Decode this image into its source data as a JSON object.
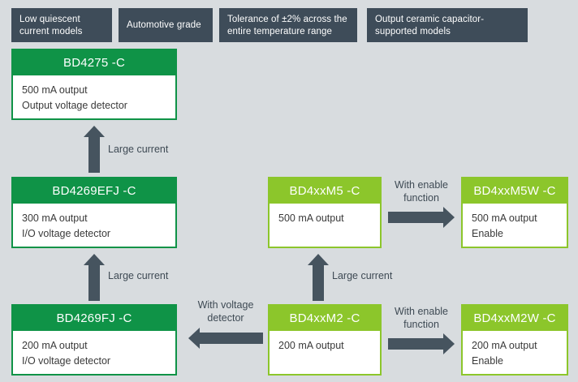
{
  "background_color": "#d8dcdf",
  "colors": {
    "badge_bg": "#3e4c59",
    "dark_green": "#0f9347",
    "light_green": "#8cc62b",
    "arrow": "#46545f",
    "body_text": "#3a3a3a"
  },
  "badges": [
    {
      "id": "low-quiescent-current",
      "text": "Low quiescent current models"
    },
    {
      "id": "automotive-grade",
      "text": "Automotive grade"
    },
    {
      "id": "tolerance",
      "text": "Tolerance of ±2% across the entire temperature range"
    },
    {
      "id": "output-ceramic-cap",
      "text": "Output ceramic capacitor-supported models"
    }
  ],
  "cards": [
    {
      "id": "bd4275-c",
      "title": "BD4275 -C",
      "lines": [
        "500 mA output",
        "Output voltage detector"
      ],
      "variant": "dark"
    },
    {
      "id": "bd4269efj-c",
      "title": "BD4269EFJ -C",
      "lines": [
        "300 mA output",
        "I/O voltage detector"
      ],
      "variant": "dark"
    },
    {
      "id": "bd4269fj-c",
      "title": "BD4269FJ -C",
      "lines": [
        "200 mA output",
        "I/O voltage detector"
      ],
      "variant": "dark"
    },
    {
      "id": "bd4xxm5-c",
      "title": "BD4xxM5 -C",
      "lines": [
        "500 mA output"
      ],
      "variant": "light"
    },
    {
      "id": "bd4xxm5w-c",
      "title": "BD4xxM5W -C",
      "lines": [
        "500 mA output",
        "Enable"
      ],
      "variant": "light"
    },
    {
      "id": "bd4xxm2-c",
      "title": "BD4xxM2 -C",
      "lines": [
        "200 mA output"
      ],
      "variant": "light"
    },
    {
      "id": "bd4xxm2w-c",
      "title": "BD4xxM2W -C",
      "lines": [
        "200 mA output",
        "Enable"
      ],
      "variant": "light"
    }
  ],
  "arrows": [
    {
      "id": "left-upper",
      "direction": "up",
      "caption": "Large current"
    },
    {
      "id": "left-lower",
      "direction": "up",
      "caption": "Large current"
    },
    {
      "id": "middle-vertical",
      "direction": "up",
      "caption": "Large current"
    },
    {
      "id": "m5-to-m5w",
      "direction": "right",
      "caption": "With enable function"
    },
    {
      "id": "m2-to-m2w",
      "direction": "right",
      "caption": "With enable function"
    },
    {
      "id": "m2-to-bd4269fj",
      "direction": "left",
      "caption": "With voltage detector"
    }
  ]
}
